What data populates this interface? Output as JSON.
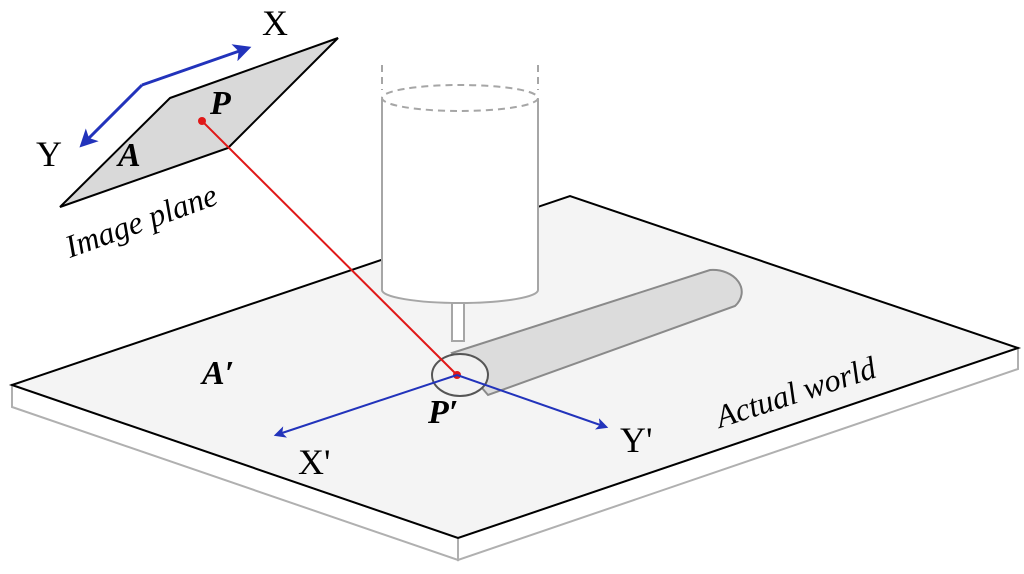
{
  "colors": {
    "ray": "#e01818",
    "axes": "#2233bb",
    "platform_top": "#f4f4f4",
    "platform_side": "#ffffff",
    "image_plane_fill": "#d9d9d9",
    "cylinder_stroke": "#a6a6a6",
    "rod_fill": "#dcdcdc"
  },
  "image_plane": {
    "caption": "Image plane",
    "region_label": "A",
    "point_label": "P",
    "axis_x_label": "X",
    "axis_y_label": "Y"
  },
  "world": {
    "caption": "Actual world",
    "region_label": "A′",
    "point_label": "P′",
    "axis_x_label": "X'",
    "axis_y_label": "Y'"
  },
  "icons": {
    "camera": "cylinder-camera-icon",
    "rod": "cylindrical-rod-icon"
  }
}
